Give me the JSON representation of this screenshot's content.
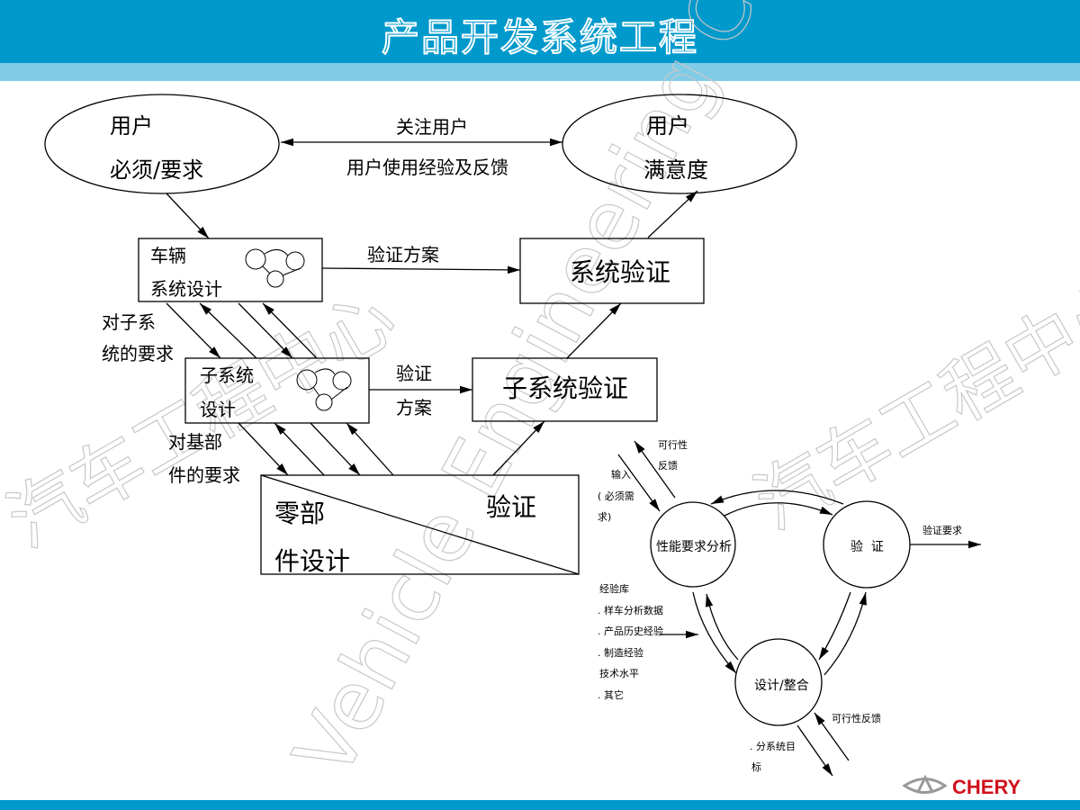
{
  "header": {
    "title": "产品开发系统工程"
  },
  "watermark": {
    "en": "Vehicle Engineering Center",
    "cn": "汽车工程中心"
  },
  "diagram": {
    "user_needs": [
      "用户",
      "必须/要求"
    ],
    "user_satisfaction": [
      "用户",
      "满意度"
    ],
    "link_top": [
      "关注用户",
      "用户使用经验及反馈"
    ],
    "vehicle_design": [
      "车辆",
      "系统设计"
    ],
    "verify_plan_1": "验证方案",
    "system_verify": "系统验证",
    "req_subsystem": [
      "对子系",
      "统的要求"
    ],
    "subsystem_design": [
      "子系统",
      "设计"
    ],
    "verify_plan_2": [
      "验证",
      "方案"
    ],
    "subsystem_verify": "子系统验证",
    "req_component": [
      "对基部",
      "件的要求"
    ],
    "component_design": [
      "零部",
      "件设计"
    ],
    "component_verify": "验证"
  },
  "cycle": {
    "perf": "性能要求分析",
    "verify": "验  证",
    "design": "设计/整合",
    "input": [
      "输入",
      "( 必须需",
      "求)"
    ],
    "feedback_top": [
      "可行性",
      "反馈"
    ],
    "verify_req": "验证要求",
    "experience": [
      "经验库",
      ". 样车分析数据",
      ". 产品历史经验",
      ". 制造经验",
      "技术水平",
      ". 其它"
    ],
    "feedback_bottom": "可行性反馈",
    "subsystem_target": [
      ". 分系统目",
      "标"
    ]
  },
  "brand": {
    "name": "CHERY",
    "color": "#d0101b"
  },
  "colors": {
    "header": "#0099cc",
    "header_light": "#80cce6"
  }
}
